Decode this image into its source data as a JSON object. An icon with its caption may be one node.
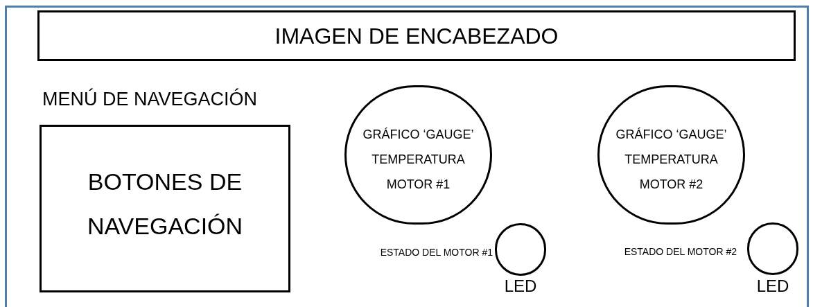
{
  "diagram": {
    "nodes": [
      {
        "text": [],
        "shape": "box"
      },
      {
        "text": [
          "IMAGEN DE ENCABEZADO"
        ],
        "in": 0
      },
      {
        "text": [
          "MENÚ DE NAVEGACIÓN",
          "BOTONES DE NAVEGACIÓN"
        ],
        "in": 0
      },
      {
        "text": [
          "GRÁFICO ‘GAUGE’ TEMPERATURA MOTOR #1"
        ],
        "in": 0
      },
      {
        "text": [],
        "shape": "circle",
        "in": 0,
        "beside": [
          "ESTADO DEL MOTOR #1",
          "LED"
        ]
      },
      {
        "text": [
          "GRÁFICO ‘GAUGE’ TEMPERATURA MOTOR #2"
        ],
        "in": 0
      },
      {
        "text": [],
        "shape": "circle",
        "in": 0,
        "beside": [
          "ESTADO DEL MOTOR #2",
          "LED"
        ]
      }
    ]
  }
}
